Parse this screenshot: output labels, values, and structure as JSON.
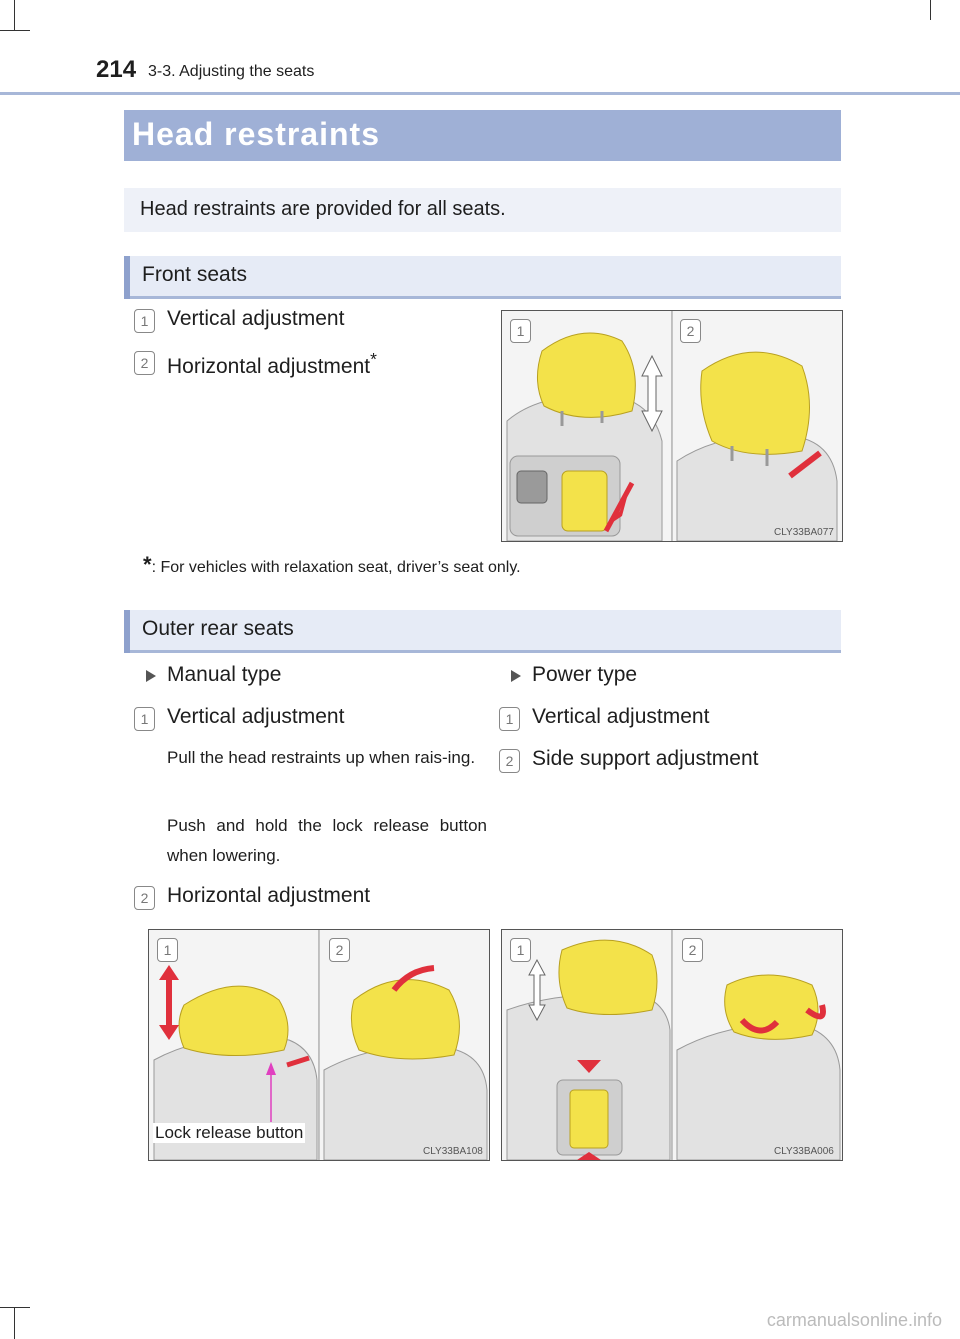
{
  "header": {
    "page_number": "214",
    "chapter": "3-3. Adjusting the seats"
  },
  "title": "Head restraints",
  "intro": "Head restraints are provided for all seats.",
  "front": {
    "heading": "Front seats",
    "items": [
      {
        "num": "1",
        "label": "Vertical adjustment",
        "suffix": ""
      },
      {
        "num": "2",
        "label": "Horizontal adjustment",
        "suffix": "*"
      }
    ],
    "figure": {
      "callouts": [
        "1",
        "2"
      ],
      "code": "CLY33BA077"
    },
    "note": {
      "mark": "*",
      "text": ": For vehicles with relaxation seat, driver’s seat only."
    }
  },
  "rear": {
    "heading": "Outer rear seats",
    "manual": {
      "type_label": "Manual type",
      "item1": {
        "num": "1",
        "label": "Vertical adjustment"
      },
      "sub1": "Pull the head restraints up when rais-ing.",
      "sub2": "Push and hold the lock release button when lowering.",
      "item2": {
        "num": "2",
        "label": "Horizontal adjustment"
      },
      "figure": {
        "callouts": [
          "1",
          "2"
        ],
        "code": "CLY33BA108",
        "label": "Lock release button"
      }
    },
    "power": {
      "type_label": "Power type",
      "items": [
        {
          "num": "1",
          "label": "Vertical adjustment"
        },
        {
          "num": "2",
          "label": "Side support adjustment"
        }
      ],
      "figure": {
        "callouts": [
          "1",
          "2"
        ],
        "code": "CLY33BA006"
      }
    }
  },
  "footer": {
    "watermark": "carmanualsonline.info"
  },
  "colors": {
    "title_bar": "#9fb0d6",
    "section_bar": "#e6ebf6",
    "restraint_yellow": "#f3e24a",
    "arrow_red": "#e0303c",
    "arrow_pink": "#e040c0"
  }
}
